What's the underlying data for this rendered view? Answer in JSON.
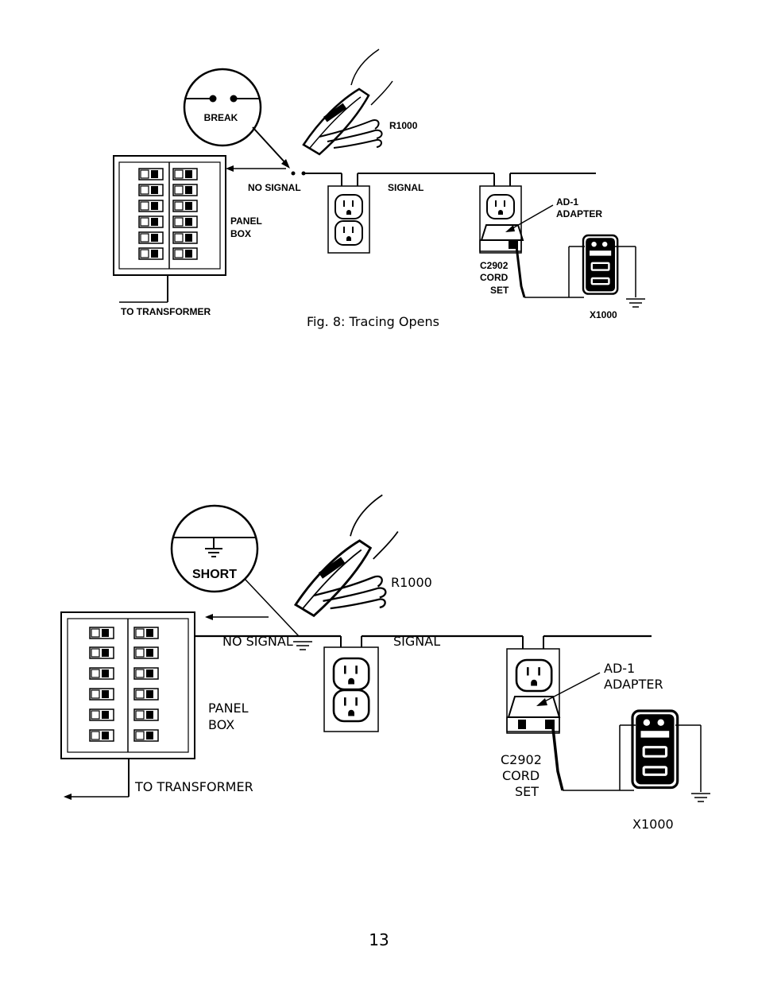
{
  "figure_top": {
    "caption": "Fig. 8: Tracing Opens",
    "inset_label": "BREAK",
    "receiver_label": "R1000",
    "no_signal_label": "NO SIGNAL",
    "signal_label": "SIGNAL",
    "adapter_label": [
      "AD-1",
      "ADAPTER"
    ],
    "panel_label": [
      "PANEL",
      "BOX"
    ],
    "cordset_label": [
      "C2902",
      "CORD",
      "SET"
    ],
    "transformer_label": "TO TRANSFORMER",
    "transmitter_label": "X1000"
  },
  "figure_bottom": {
    "inset_label": "SHORT",
    "receiver_label": "R1000",
    "no_signal_label": "NO SIGNAL",
    "signal_label": "SIGNAL",
    "adapter_label": [
      "AD-1",
      "ADAPTER"
    ],
    "panel_label": [
      "PANEL",
      "BOX"
    ],
    "cordset_label": [
      "C2902",
      "CORD",
      "SET"
    ],
    "transformer_label": "TO TRANSFORMER",
    "transmitter_label": "X1000"
  },
  "page_number": "13"
}
